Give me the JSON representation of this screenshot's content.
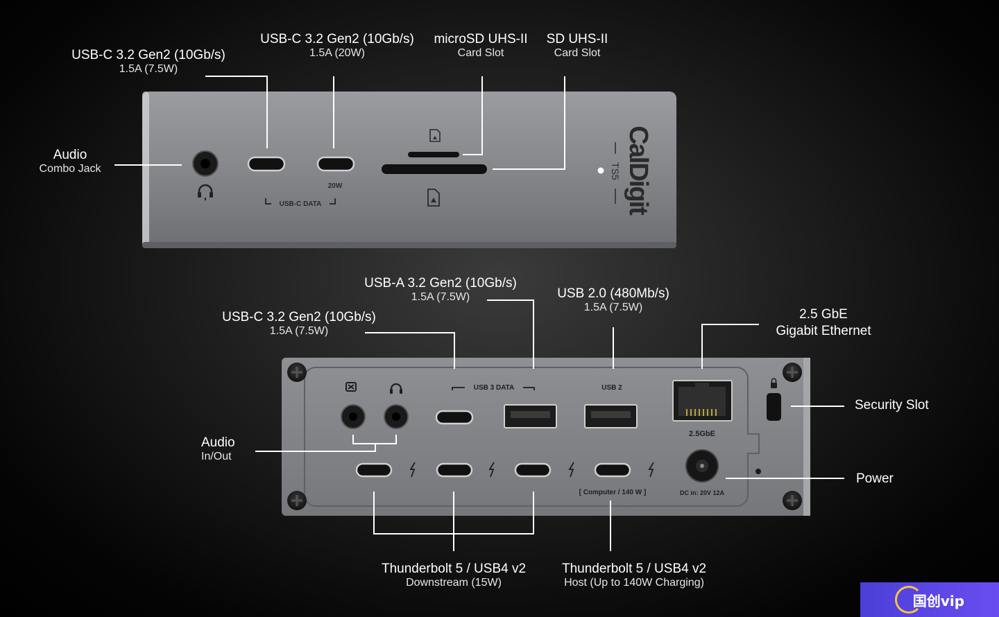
{
  "device": {
    "brand": "CalDigit",
    "model": "TS5",
    "front": {
      "usbc_data_label": "USB-C DATA",
      "port_20w_label": "20W"
    },
    "rear": {
      "usb3_data_label": "USB 3 DATA",
      "usb2_label": "USB 2",
      "ethernet_label": "2.5GbE",
      "computer_label": "[ Computer / 140 W ]",
      "dc_label": "DC in: 20V  12A"
    }
  },
  "callouts": {
    "audio_combo": {
      "title": "Audio",
      "sub": "Combo Jack"
    },
    "front_usbc_1": {
      "title": "USB-C 3.2 Gen2 (10Gb/s)",
      "sub": "1.5A (7.5W)"
    },
    "front_usbc_2": {
      "title": "USB-C 3.2 Gen2 (10Gb/s)",
      "sub": "1.5A (20W)"
    },
    "microsd": {
      "title": "microSD UHS-II",
      "sub": "Card Slot"
    },
    "sd": {
      "title": "SD UHS-II",
      "sub": "Card Slot"
    },
    "rear_usba": {
      "title": "USB-A 3.2 Gen2 (10Gb/s)",
      "sub": "1.5A (7.5W)"
    },
    "rear_usb2": {
      "title": "USB 2.0 (480Mb/s)",
      "sub": "1.5A (7.5W)"
    },
    "ethernet": {
      "title": "2.5 GbE",
      "sub": "Gigabit Ethernet"
    },
    "rear_usbc": {
      "title": "USB-C 3.2 Gen2 (10Gb/s)",
      "sub": "1.5A (7.5W)"
    },
    "audio_inout": {
      "title": "Audio",
      "sub": "In/Out"
    },
    "security": {
      "title": "Security Slot"
    },
    "power": {
      "title": "Power"
    },
    "tb_down": {
      "title": "Thunderbolt 5 / USB4 v2",
      "sub": "Downstream (15W)"
    },
    "tb_host": {
      "title": "Thunderbolt 5 / USB4 v2",
      "sub": "Host (Up to 140W Charging)"
    }
  },
  "watermark": {
    "text": "国创vip"
  },
  "colors": {
    "dock_body": "#8a8c90",
    "dock_face": "#7f8185",
    "port": "#111111",
    "line": "#ffffff",
    "watermark_bg": "#5a45e8"
  }
}
